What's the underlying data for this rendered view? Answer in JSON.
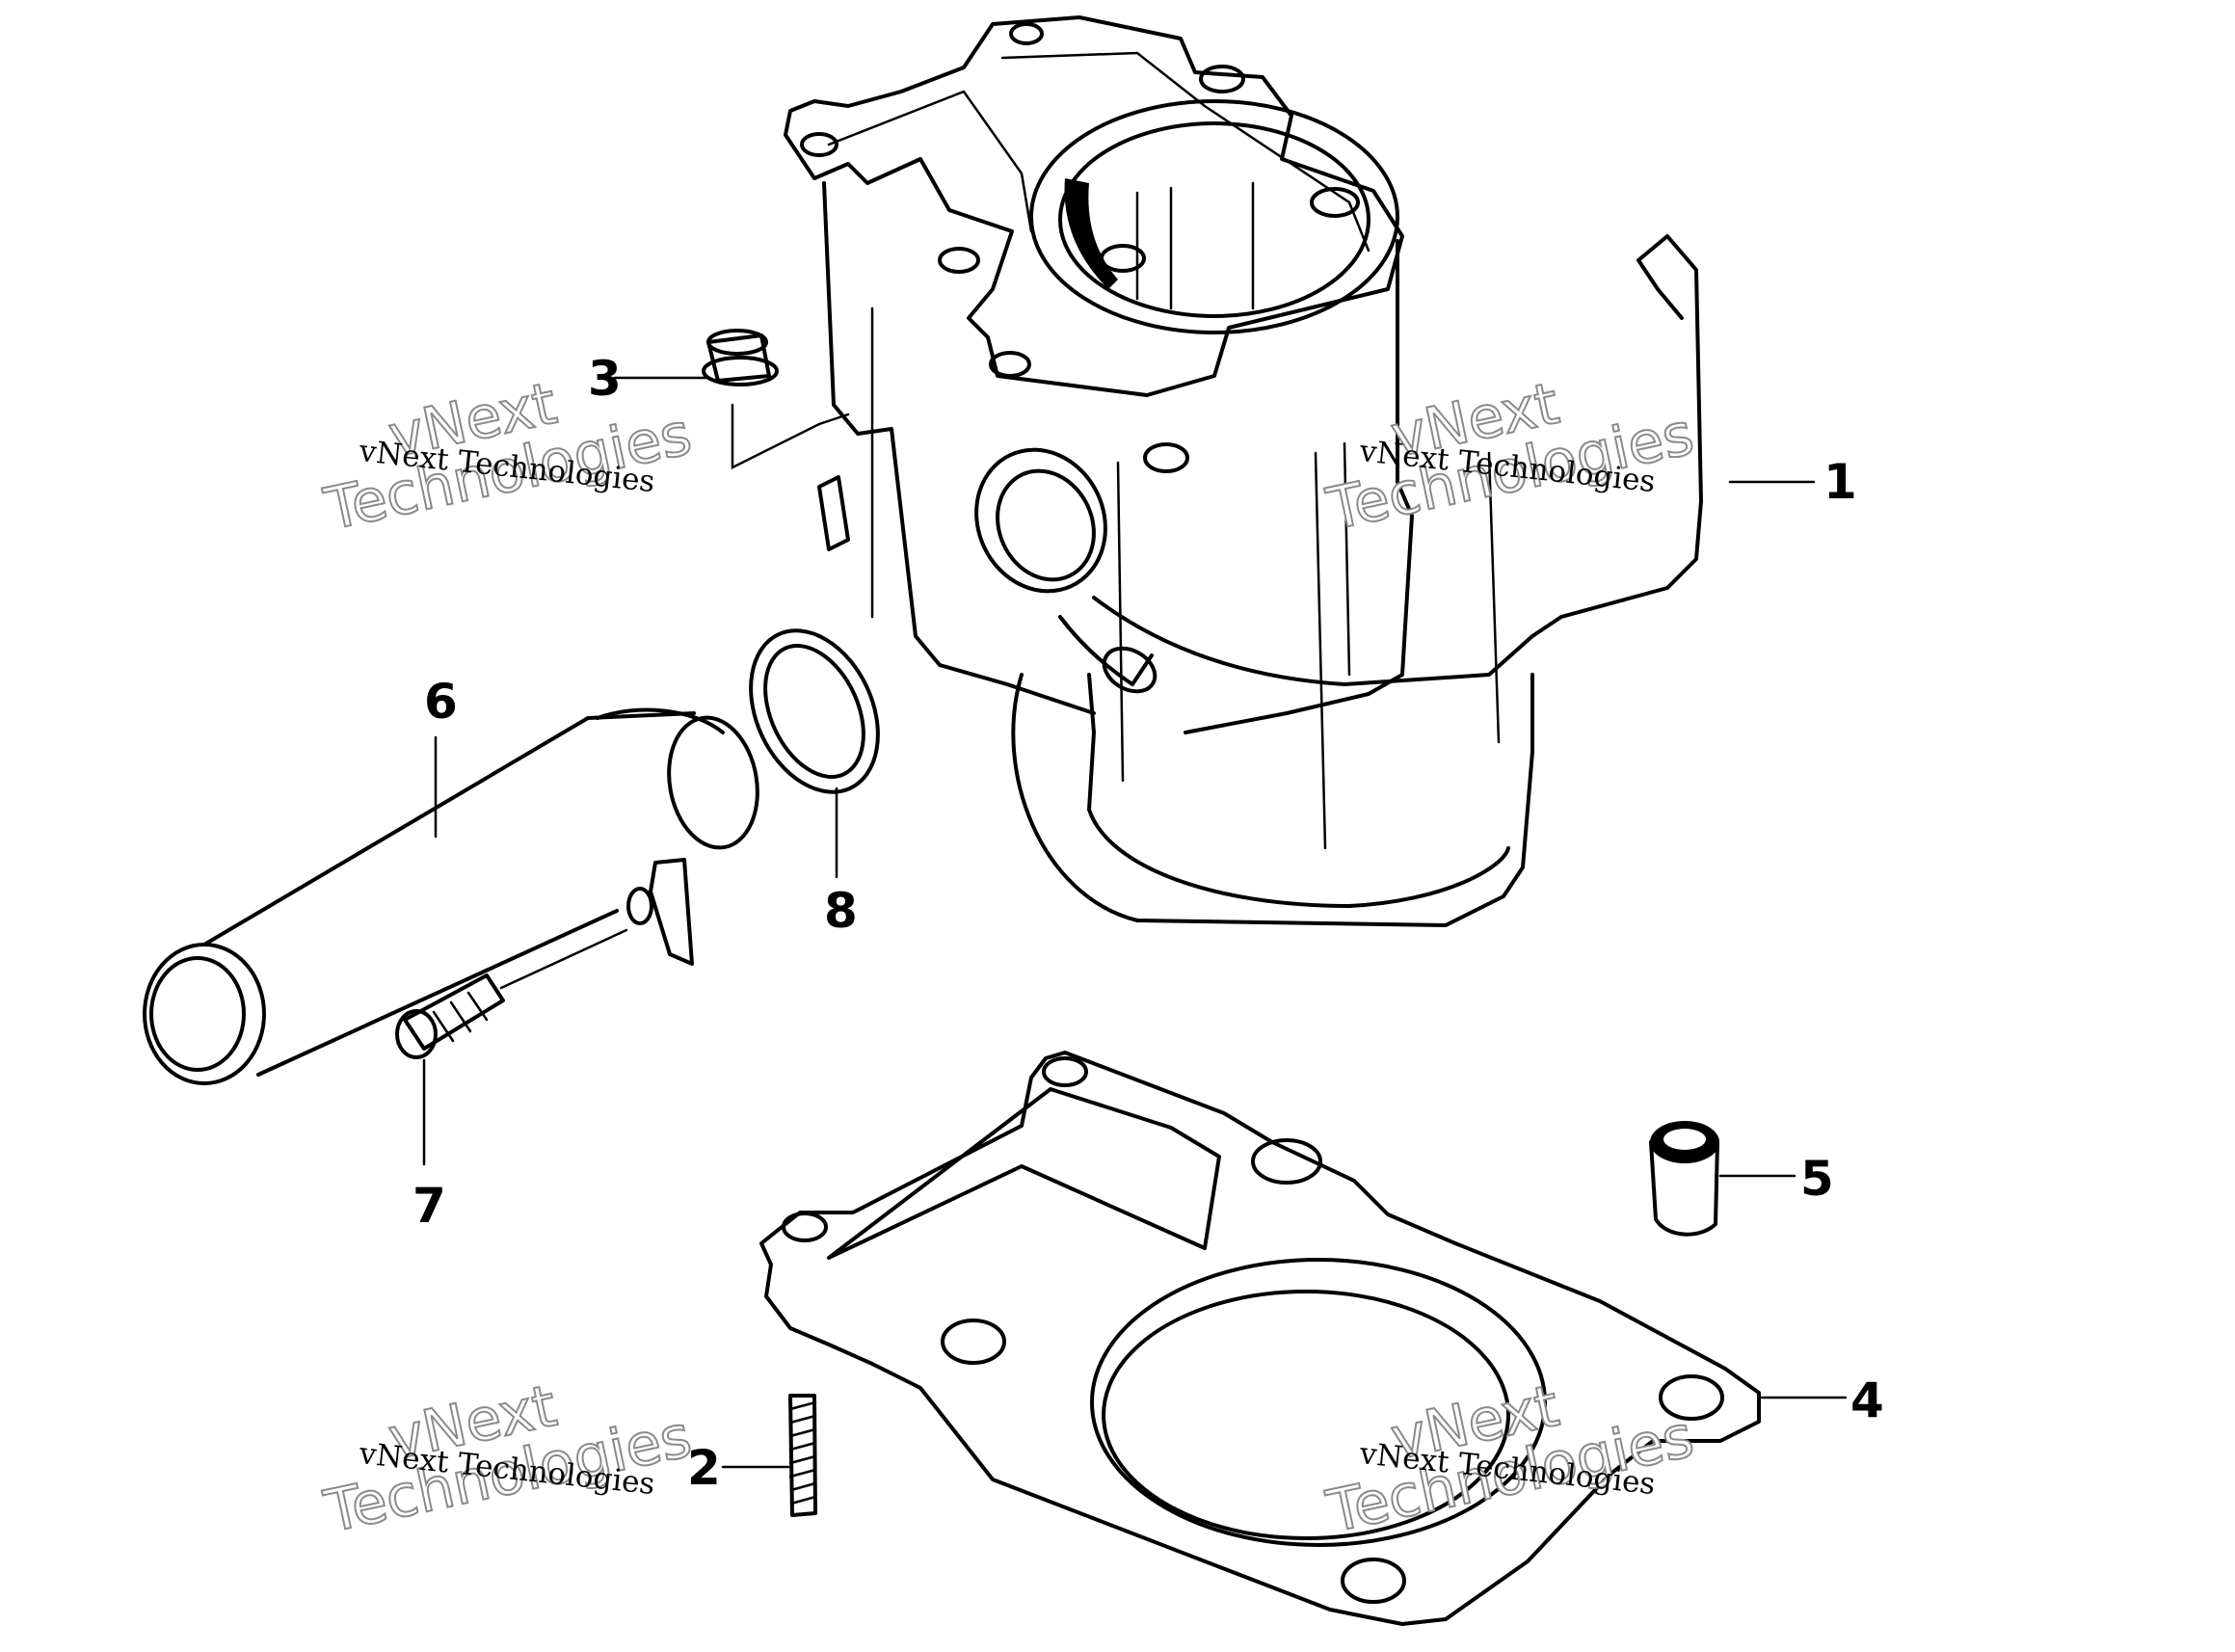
{
  "callouts": {
    "c1": "1",
    "c2": "2",
    "c3": "3",
    "c4": "4",
    "c5": "5",
    "c6": "6",
    "c7": "7",
    "c8": "8"
  },
  "watermark": {
    "line_small": "vNext Technologies",
    "big_line1": "vNext",
    "big_line2": "Technologies"
  },
  "colors": {
    "ink": "#000000",
    "background": "#ffffff",
    "watermark_outline": "#8a8a8a"
  }
}
